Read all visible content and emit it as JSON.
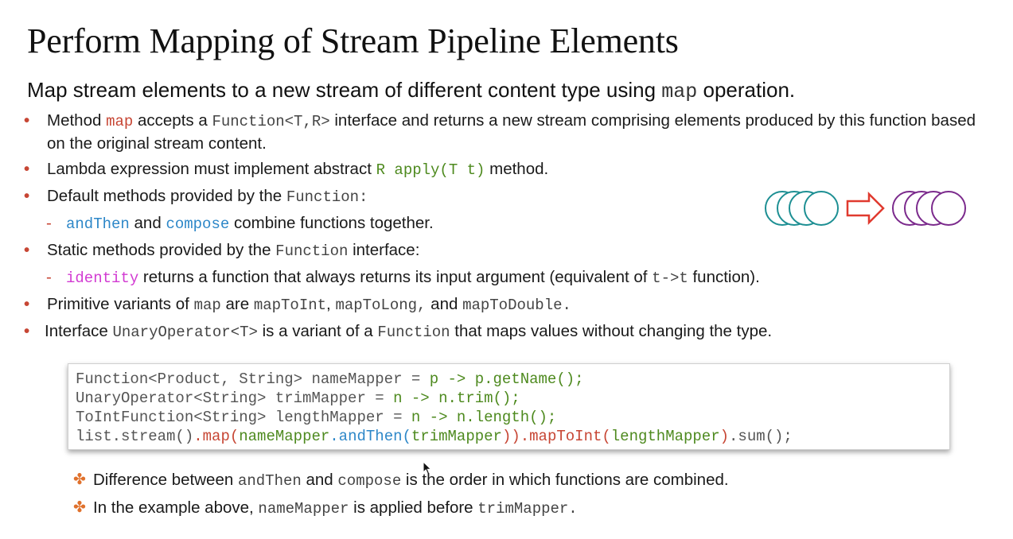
{
  "slide": {
    "title": "Perform Mapping of Stream Pipeline Elements",
    "subtitle": {
      "before": "Map stream elements to a new stream of different content type using ",
      "code": "map",
      "after": " operation."
    }
  },
  "bullets": {
    "b1": {
      "t1": "Method ",
      "c1": "map",
      "t2": " accepts a ",
      "c2": "Function<T,R>",
      "t3": " interface and returns a new stream comprising elements produced by this function based on the original stream content."
    },
    "b2": {
      "t1": "Lambda expression must implement abstract ",
      "c1": "R apply(T t)",
      "t2": " method."
    },
    "b3": {
      "t1": "Default methods provided by the ",
      "c1": "Function:"
    },
    "b3sub": {
      "c1": "andThen",
      "t1": " and ",
      "c2": "compose",
      "t2": " combine functions together."
    },
    "b4": {
      "t1": "Static methods provided by the ",
      "c1": "Function",
      "t2": " interface:"
    },
    "b4sub": {
      "c1": "identity",
      "t1": " returns a function that always returns its input argument (equivalent of ",
      "c2": "t->t",
      "t2": " function)."
    },
    "b5": {
      "t1": "Primitive variants of ",
      "c1": "map",
      "t2": " are ",
      "c2": "mapToInt",
      "t3": ", ",
      "c3": "mapToLong,",
      "t4": " and ",
      "c4": "mapToDouble."
    },
    "b6": {
      "t1": "Interface ",
      "c1": "UnaryOperator<T>",
      "t2": " is a variant of a ",
      "c2": "Function",
      "t3": " that maps values without changing the type."
    }
  },
  "code": {
    "l1": {
      "a": "Function<Product, String> nameMapper = ",
      "b": "p -> p.getName();"
    },
    "l2": {
      "a": "UnaryOperator<String> trimMapper = ",
      "b": "n -> n.trim();"
    },
    "l3": {
      "a": "ToIntFunction<String> lengthMapper = ",
      "b": "n -> n.length();"
    },
    "l4": {
      "a": "list.stream()",
      "b": ".map(",
      "c": "nameMapper",
      "d": ".andThen(",
      "e": "trimMapper",
      "f": "))",
      "g": ".mapToInt(",
      "h": "lengthMapper",
      "i": ")",
      "j": ".sum();"
    }
  },
  "notes": {
    "n1": {
      "t1": "Difference between ",
      "c1": "andThen",
      "t2": " and ",
      "c2": "compose",
      "t3": " is the order in which functions are combined."
    },
    "n2": {
      "t1": "In the example above, ",
      "c1": "nameMapper",
      "t2": " is applied before ",
      "c2": "trimMapper."
    }
  },
  "diagram": {
    "input_color": "#1d8f93",
    "arrow_color": "#e03a2f",
    "output_color": "#7b2a8c"
  },
  "colors": {
    "bullet_marker": "#c74634",
    "note_marker": "#e0712c",
    "code_red": "#c74634",
    "code_green": "#4e8a1f",
    "code_blue": "#2d87c8",
    "code_magenta": "#d23bd2"
  }
}
